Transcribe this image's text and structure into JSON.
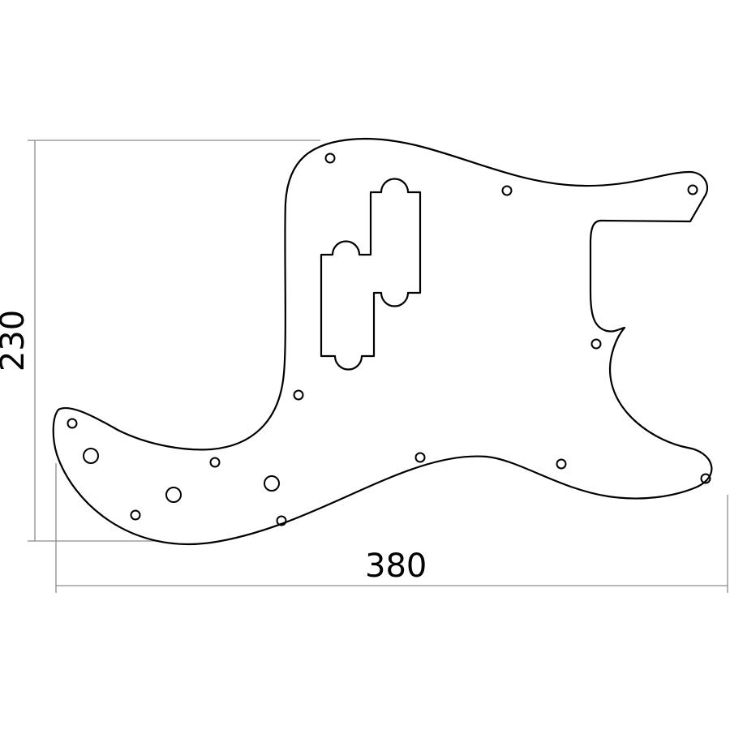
{
  "diagram": {
    "subject": "Bass guitar pickguard (P-bass style) template",
    "dimensions": {
      "width_label": "380",
      "height_label": "230"
    },
    "features": {
      "pickup_cutout": "split-coil pickup opening (two offset rectangles with rounded ear tabs)",
      "screw_holes_small": 12,
      "control_holes_large": 3
    },
    "colors": {
      "outline": "#000000",
      "dimension_lines": "#8a8a8a",
      "background": "#ffffff"
    }
  }
}
